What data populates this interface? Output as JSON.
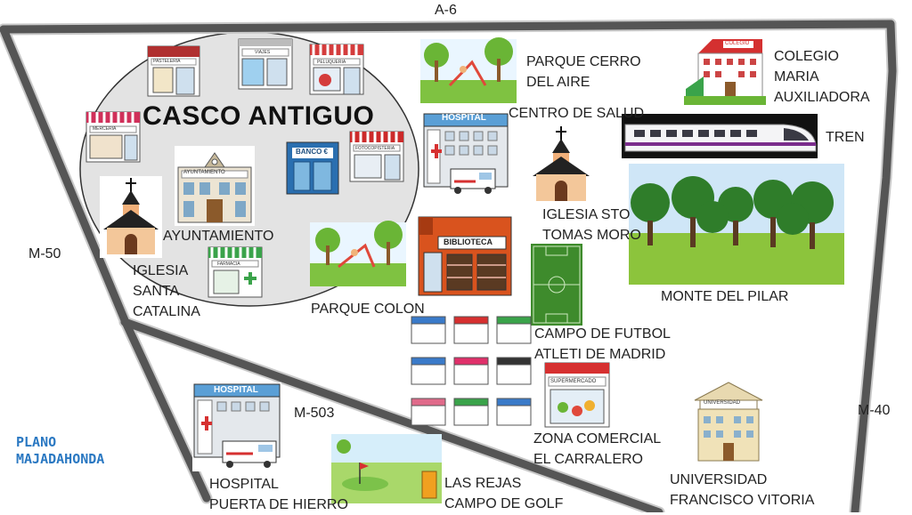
{
  "title": [
    "PLANO",
    "MAJADAHONDA"
  ],
  "district": "CASCO ANTIGUO",
  "roads": {
    "a6": "A-6",
    "m50": "M-50",
    "m503": "M-503",
    "m40": "M-40"
  },
  "places": {
    "parque_cerro": "PARQUE CERRO\nDEL AIRE",
    "colegio": "COLEGIO\nMARIA\nAUXILIADORA",
    "centro_salud": "CENTRO DE SALUD",
    "tren": "TREN",
    "iglesia_tomas": "IGLESIA STO\nTOMAS MORO",
    "ayuntamiento": "AYUNTAMIENTO",
    "iglesia_catalina": "IGLESIA\nSANTA\nCATALINA",
    "parque_colon": "PARQUE COLON",
    "monte_pilar": "MONTE DEL PILAR",
    "campo_futbol": "CAMPO DE FUTBOL\nATLETI DE MADRID",
    "zona_comercial": "ZONA COMERCIAL\nEL CARRALERO",
    "universidad": "UNIVERSIDAD\nFRANCISCO VITORIA",
    "las_rejas": "LAS REJAS\nCAMPO DE GOLF",
    "hospital_ph": "HOSPITAL\nPUERTA DE HIERRO"
  },
  "signs": {
    "hospital": "HOSPITAL",
    "biblioteca": "BIBLIOTECA",
    "banco": "BANCO €",
    "ayuntamiento": "AYUNTAMIENTO",
    "universidad": "UNIVERSIDAD",
    "supermercado": "SUPERMERCADO",
    "colegio": "COLEGIO",
    "pasteleria": "PASTELERIA",
    "viajes": "VIAJES",
    "peluqueria": "PELUQUERIA",
    "merceria": "MERCERIA",
    "fotocopisteria": "FOTOCOPISTERIA",
    "farmacia": "FARMACIA"
  },
  "colors": {
    "road": "#555555",
    "road_edge": "#c9c9c9",
    "circle": "#e3e3e3",
    "hospital_blue": "#5a9fd6",
    "title_blue": "#2a78c2",
    "brick": "#d9531e",
    "grass": "#6ab536"
  }
}
